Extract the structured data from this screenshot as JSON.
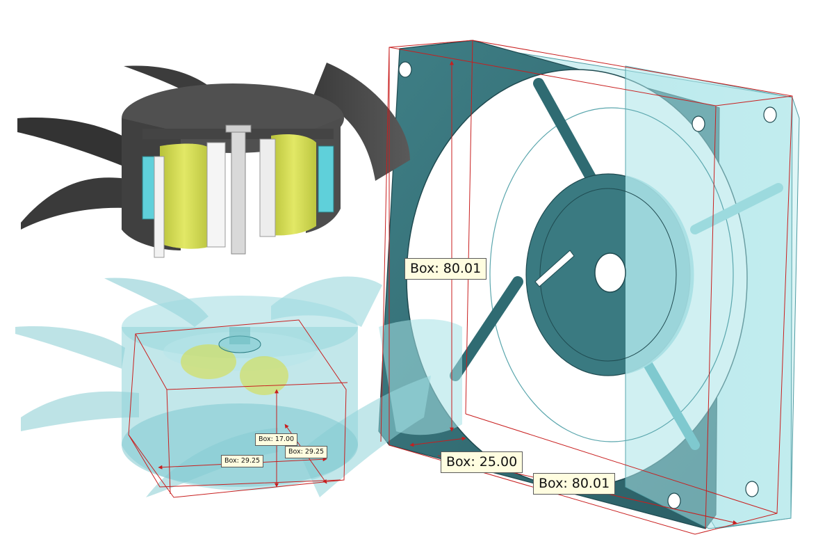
{
  "dimensions": {
    "frame_height": "Box: 80.01",
    "frame_depth": "Box: 25.00",
    "frame_width": "Box: 80.01",
    "hub_height": "Box: 17.00",
    "hub_width": "Box: 29.25",
    "hub_depth": "Box: 29.25"
  },
  "colors": {
    "frame_dark": "#2f6b72",
    "frame_light": "#8fd3d8",
    "impeller_dark": "#4a4a4a",
    "magnet": "#d6de4a",
    "coil": "#5fd0da",
    "measure_line": "#c81e1e"
  }
}
